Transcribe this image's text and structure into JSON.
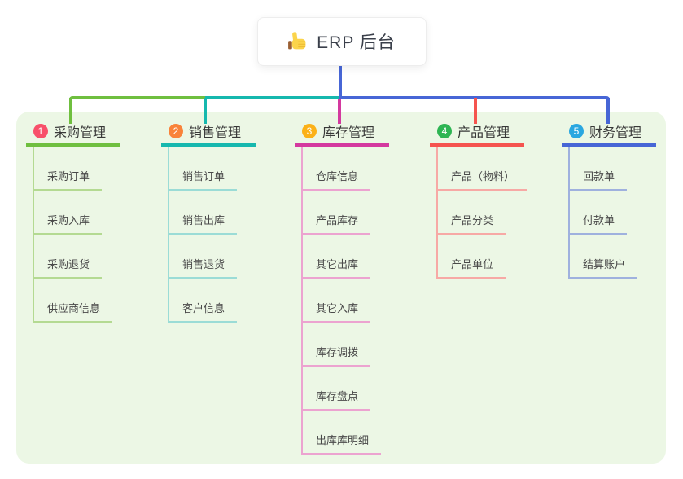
{
  "root": {
    "title": "ERP 后台",
    "icon": "thumbs-up-icon"
  },
  "panel": {
    "background": "#ecf7e5"
  },
  "branches": [
    {
      "index": "1",
      "title": "采购管理",
      "badge_color": "#f8506a",
      "line_color": "#6fbf3f",
      "sub_line_color": "#b4da92",
      "items": [
        "采购订单",
        "采购入库",
        "采购退货",
        "供应商信息"
      ]
    },
    {
      "index": "2",
      "title": "销售管理",
      "badge_color": "#f9833a",
      "line_color": "#16b8ae",
      "sub_line_color": "#9bdcd6",
      "items": [
        "销售订单",
        "销售出库",
        "销售退货",
        "客户信息"
      ]
    },
    {
      "index": "3",
      "title": "库存管理",
      "badge_color": "#fbb117",
      "line_color": "#d4399f",
      "sub_line_color": "#eca3d0",
      "items": [
        "仓库信息",
        "产品库存",
        "其它出库",
        "其它入库",
        "库存调拨",
        "库存盘点",
        "出库库明细"
      ]
    },
    {
      "index": "4",
      "title": "产品管理",
      "badge_color": "#2eb553",
      "line_color": "#f5544f",
      "sub_line_color": "#f7a9a5",
      "items": [
        "产品（物料）",
        "产品分类",
        "产品单位"
      ]
    },
    {
      "index": "5",
      "title": "财务管理",
      "badge_color": "#2aa7e0",
      "line_color": "#4766d6",
      "sub_line_color": "#9fb1de",
      "items": [
        "回款单",
        "付款单",
        "结算账户"
      ]
    }
  ]
}
